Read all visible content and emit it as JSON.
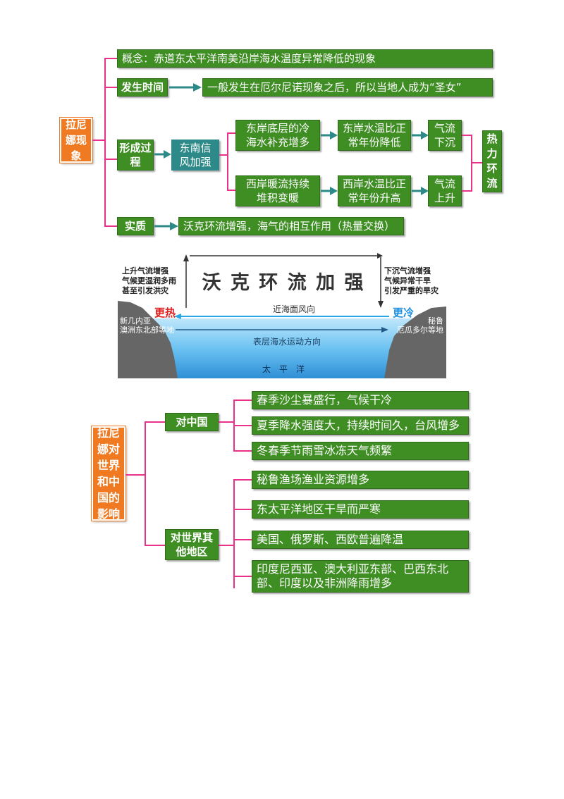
{
  "part1": {
    "root": "拉尼娜现象",
    "concept": "概念：赤道东太平洋南美沿岸海水温度异常降低的现象",
    "time_label": "发生时间",
    "time_text": "一般发生在厄尔尼诺现象之后，所以当地人成为“圣女”",
    "process_label": "形成过程",
    "trade_wind": "东南信风加强",
    "east_coast": "东岸底层的冷海水补充增多",
    "east_temp": "东岸水温比正常年份降低",
    "east_air": "气流下沉",
    "west_coast": "西岸暖流持续堆积变暖",
    "west_temp": "西岸水温比正常年份升高",
    "west_air": "气流上升",
    "thermal": "热力环流",
    "essence_label": "实质",
    "essence_text": "沃克环流增强，海气的相互作用（热量交换）"
  },
  "part2": {
    "title": "沃 克 环 流 加 强",
    "left_note": [
      "上升气流增强",
      "气候更湿润多雨",
      "甚至引发洪灾"
    ],
    "right_note": [
      "下沉气流增强",
      "气候异常干旱",
      "引发严重的旱灾"
    ],
    "hotter": "更热",
    "colder": "更冷",
    "left_place": [
      "新几内亚",
      "澳洲东北部等地"
    ],
    "right_place": [
      "秘鲁",
      "厄瓜多尔等地"
    ],
    "wind": "近海面风向",
    "current": "表层海水运动方向",
    "ocean": "太　平　洋"
  },
  "part3": {
    "root": "拉尼娜对世界和中国的影响",
    "china_label": "对中国",
    "china_items": [
      "春季沙尘暴盛行，气候干冷",
      "夏季降水强度大，持续时间久，台风增多",
      "冬春季节雨雪冰冻天气频繁"
    ],
    "world_label": "对世界其他地区",
    "world_items": [
      "秘鲁渔场渔业资源增多",
      "东太平洋地区干旱而严寒",
      "美国、俄罗斯、西欧普遍降温",
      "印度尼西亚、澳大利亚东部、巴西东北部、印度以及非洲降雨增多"
    ]
  },
  "colors": {
    "green": "#3f8e24",
    "teal": "#2d8a88",
    "orange": "#f07a22",
    "pink": "#e8328a",
    "hot": "#e02020",
    "cold": "#1e90e0"
  }
}
